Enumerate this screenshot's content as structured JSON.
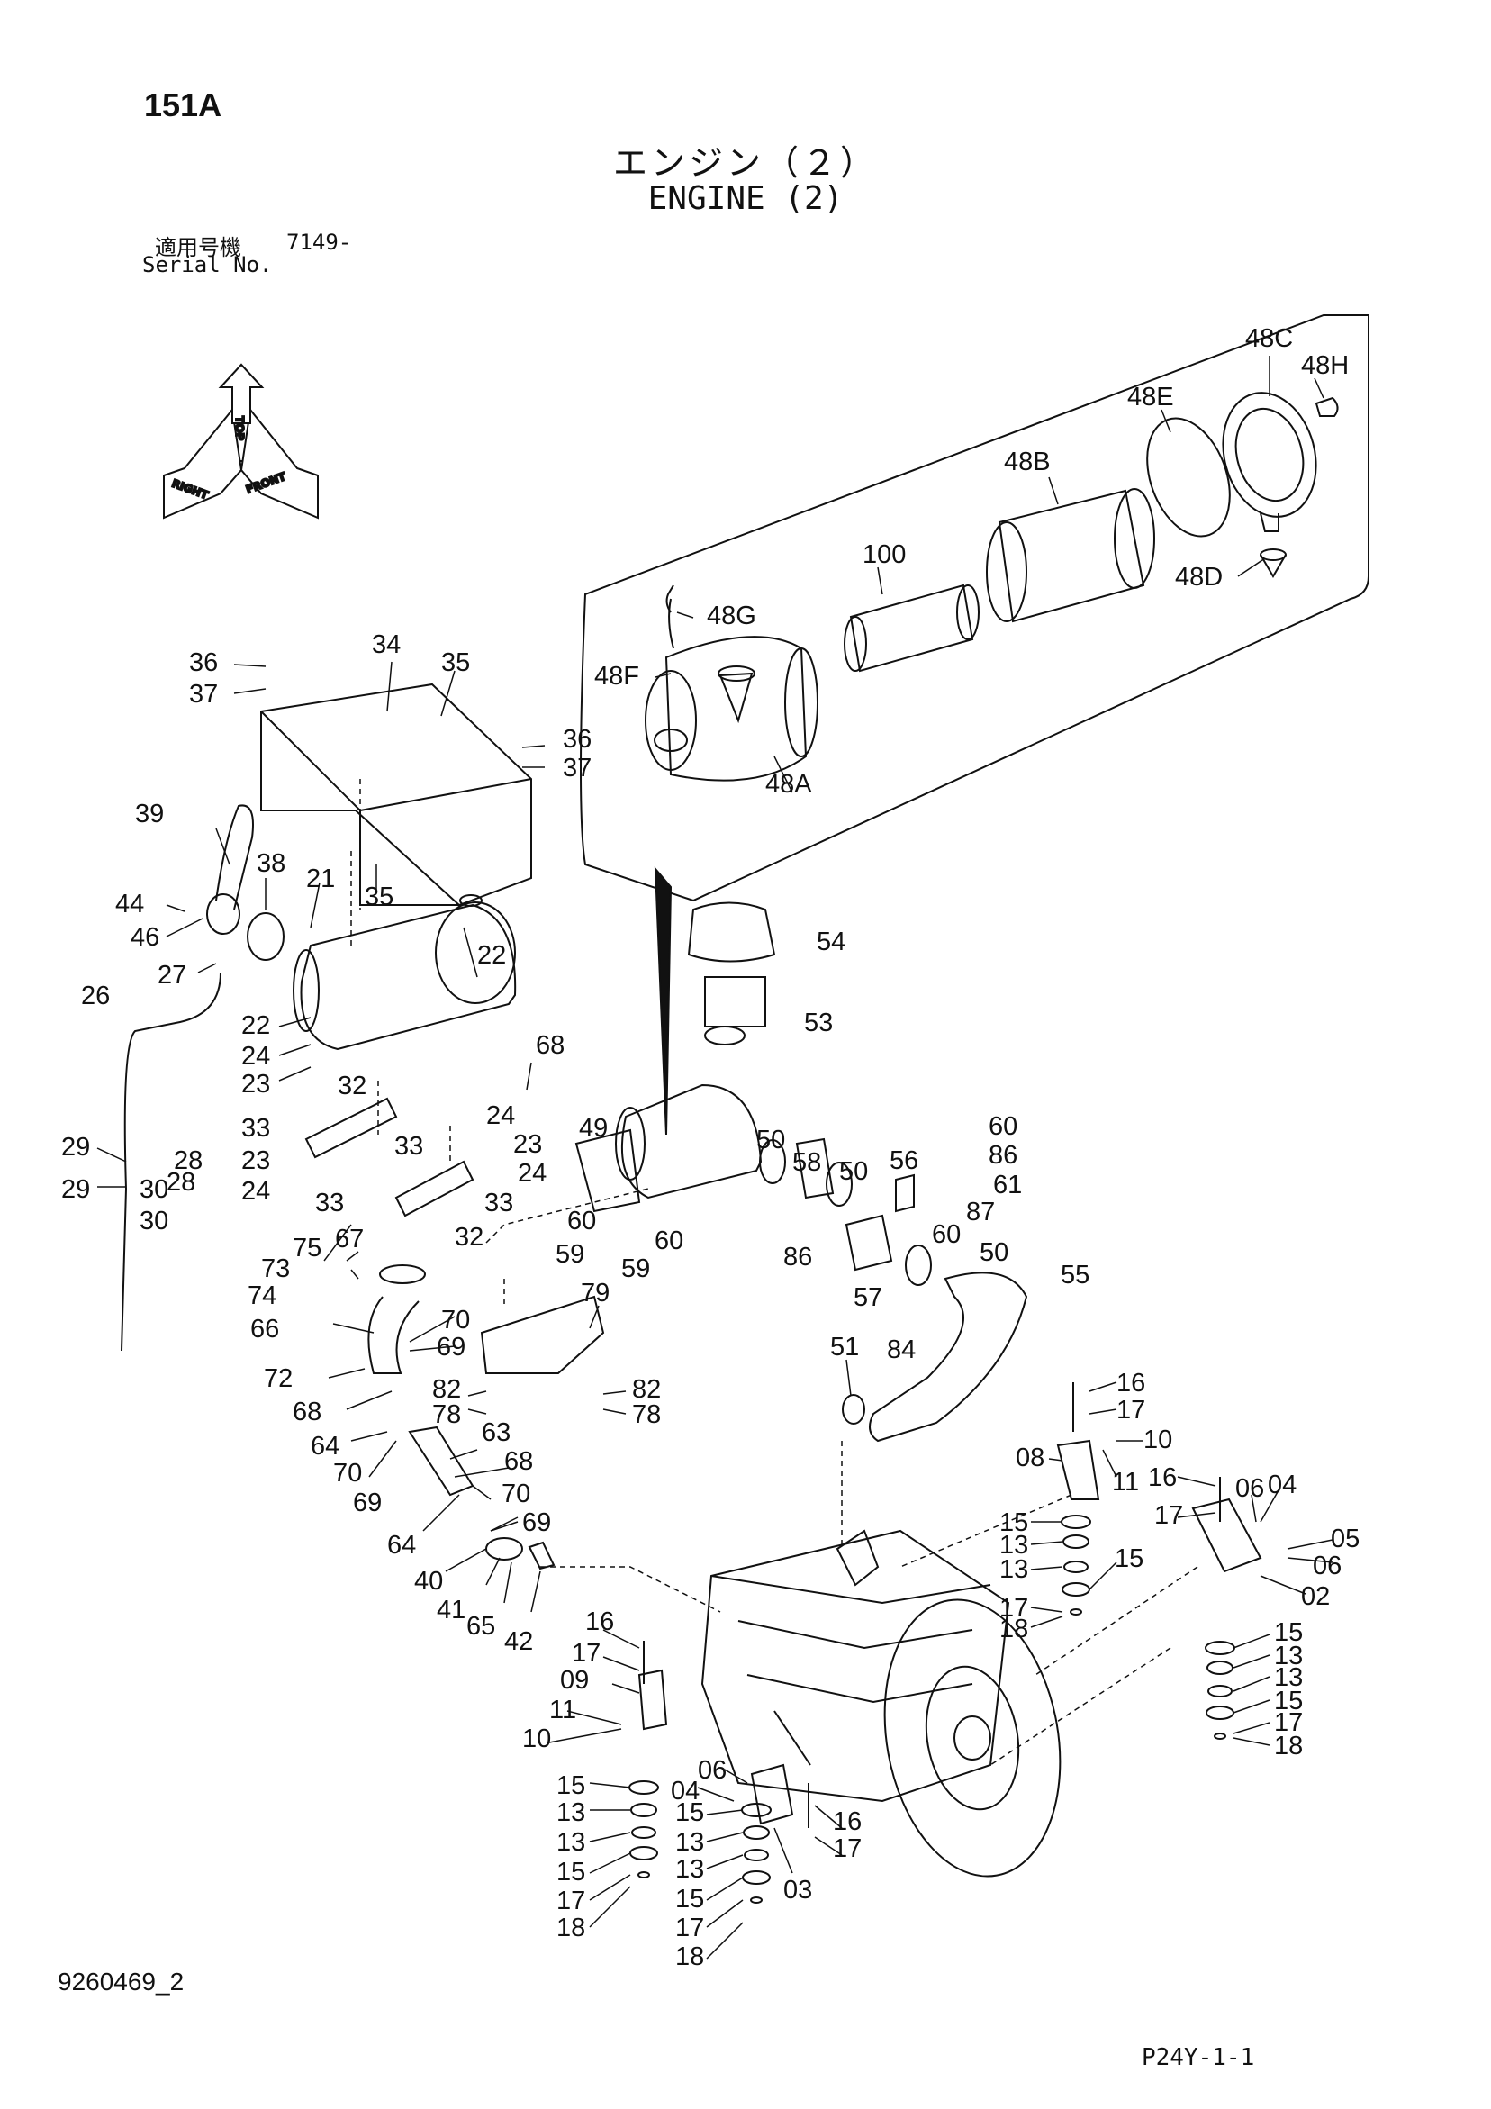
{
  "page_code": "151A",
  "title_jp": "エンジン（２）",
  "title_en": "ENGINE (2)",
  "serial_label_jp": "適用号機",
  "serial_number": "7149-",
  "serial_label_en": "Serial No.",
  "doc_number": "9260469_2",
  "page_ref": "P24Y-1-1",
  "orientation": {
    "top": "TOP",
    "right": "RIGHT",
    "front": "FRONT"
  },
  "labels": {
    "l48C": "48C",
    "l48H": "48H",
    "l48E": "48E",
    "l48B": "48B",
    "l100": "100",
    "l48D": "48D",
    "l48G": "48G",
    "l48F": "48F",
    "l48A": "48A",
    "l36a": "36",
    "l37a": "37",
    "l34": "34",
    "l35a": "35",
    "l36b": "36",
    "l37b": "37",
    "l39": "39",
    "l38": "38",
    "l21": "21",
    "l35b": "35",
    "l44": "44",
    "l46": "46",
    "l27": "27",
    "l22a": "22",
    "l26": "26",
    "l22b": "22",
    "l24a": "24",
    "l23a": "23",
    "l68a": "68",
    "l29a": "29",
    "l28a": "28",
    "l30a": "30",
    "l32a": "32",
    "l24b": "24",
    "l33a": "33",
    "l33b": "33",
    "l23b": "23",
    "l23c": "23",
    "l24c": "24",
    "l24d": "24",
    "l33c": "33",
    "l33d": "33",
    "l32b": "32",
    "l29b": "29",
    "l28b": "28",
    "l30b": "30",
    "l54": "54",
    "l53": "53",
    "l49": "49",
    "l50a": "50",
    "l58": "58",
    "l50b": "50",
    "l56": "56",
    "l60a": "60",
    "l86a": "86",
    "l61": "61",
    "l87": "87",
    "l60b": "60",
    "l50c": "50",
    "l86b": "86",
    "l55": "55",
    "l57": "57",
    "l84": "84",
    "l60c": "60",
    "l59a": "59",
    "l60d": "60",
    "l59b": "59",
    "l75": "75",
    "l67": "67",
    "l73": "73",
    "l74": "74",
    "l66": "66",
    "l70a": "70",
    "l69a": "69",
    "l79": "79",
    "l72": "72",
    "l82a": "82",
    "l78a": "78",
    "l82b": "82",
    "l78b": "78",
    "l68b": "68",
    "l63": "63",
    "l64a": "64",
    "l68c": "68",
    "l70b": "70",
    "l69b": "69",
    "l70c": "70",
    "l69c": "69",
    "l64b": "64",
    "l40": "40",
    "l41": "41",
    "l65": "65",
    "l42": "42",
    "l51": "51",
    "l16a": "16",
    "l17a": "17",
    "l10a": "10",
    "l08": "08",
    "l11a": "11",
    "l16b": "16",
    "l17b": "17",
    "l06a": "06",
    "l04a": "04",
    "l05": "05",
    "l06b": "06",
    "l02": "02",
    "l15a": "15",
    "l13a": "13",
    "l13b": "13",
    "l15b": "15",
    "l17c": "17",
    "l18a": "18",
    "l15c": "15",
    "l13c": "13",
    "l13d": "13",
    "l15d": "15",
    "l17d": "17",
    "l18b": "18",
    "l16c": "16",
    "l17e": "17",
    "l09": "09",
    "l11b": "11",
    "l10b": "10",
    "l06c": "06",
    "l04b": "04",
    "l16d": "16",
    "l17f": "17",
    "l03": "03",
    "l15e": "15",
    "l13e": "13",
    "l13f": "13",
    "l15f": "15",
    "l17g": "17",
    "l18c": "18",
    "l15g": "15",
    "l13g": "13",
    "l13h": "13",
    "l15h": "15",
    "l17h": "17",
    "l18d": "18"
  }
}
